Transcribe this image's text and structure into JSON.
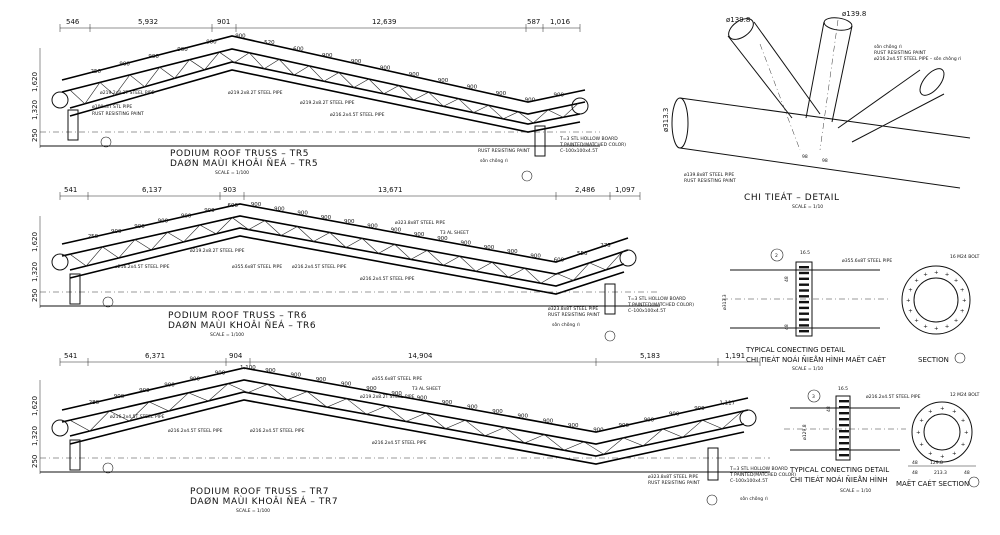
{
  "trusses": [
    {
      "id": "tr5",
      "title": "PODIUM ROOF TRUSS – TR5",
      "subtitle": "DAØN MAÙI KHOÂI ÑEÁ – TR5",
      "scale": "SCALE = 1/100",
      "dims": [
        "546",
        "5,932",
        "901",
        "12,639",
        "587",
        "1,016"
      ],
      "vdims": [
        "1,620",
        "1,320",
        "250"
      ],
      "segments": [
        "250",
        "900",
        "900",
        "900",
        "900",
        "900",
        "520",
        "600",
        "900",
        "900",
        "900",
        "900",
        "900",
        "900",
        "900",
        "900",
        "900"
      ],
      "notes": [
        "ø219.2x8.2T STEEL PIPE",
        "ø219.2x8.2T STEEL PIPE",
        "ø219.2x8.2T STEEL PIPE",
        "ø216.2x4.5T STEEL PIPE",
        "ø100x3T STL PIPE",
        "RUST RESISTING PAINT",
        "T=3 STL HOLLOW BOARD",
        "T PAINTED(MATCHED COLOR)",
        "C–100x100x4.5T",
        "RUST RESISTING PAINT",
        "sôn chông rì"
      ]
    },
    {
      "id": "tr6",
      "title": "PODIUM ROOF TRUSS – TR6",
      "subtitle": "DAØN MAÙI KHOÂI ÑEÁ – TR6",
      "scale": "SCALE = 1/100",
      "dims": [
        "541",
        "6,137",
        "903",
        "13,671",
        "2,486",
        "1,097"
      ],
      "vdims": [
        "1,620",
        "1,320",
        "250"
      ],
      "segments": [
        "250",
        "900",
        "900",
        "900",
        "900",
        "900",
        "600",
        "900",
        "900",
        "900",
        "900",
        "900",
        "900",
        "900",
        "900",
        "900",
        "900",
        "900",
        "900",
        "900",
        "600",
        "556",
        "275"
      ],
      "notes": [
        "ø323.8x8T STEEL PIPE",
        "T3 AL SHEET",
        "ø219.2x8.2T STEEL PIPE",
        "ø216.2x4.5T STEEL PIPE",
        "ø355.6x8T STEEL PIPE",
        "ø216.2x4.5T STEEL PIPE",
        "ø216.2x4.5T STEEL PIPE",
        "T=3 STL HOLLOW BOARD",
        "T PAINTED(MATCHED COLOR)",
        "C–100x100x4.5T",
        "ø323.8x8T STEEL PIPE",
        "RUST RESISTING PAINT",
        "sôn chông rì"
      ]
    },
    {
      "id": "tr7",
      "title": "PODIUM ROOF TRUSS – TR7",
      "subtitle": "DAØN MAÙI KHOÂI ÑEÁ – TR7",
      "scale": "SCALE = 1/100",
      "dims": [
        "541",
        "6,371",
        "904",
        "14,904",
        "5,183",
        "1,191"
      ],
      "vdims": [
        "1,620",
        "1,320",
        "250"
      ],
      "segments": [
        "280",
        "900",
        "900",
        "900",
        "900",
        "900",
        "1,100",
        "900",
        "900",
        "900",
        "900",
        "900",
        "900",
        "900",
        "900",
        "900",
        "900",
        "900",
        "900",
        "900",
        "900",
        "900",
        "900",
        "900",
        "900",
        "1,117"
      ],
      "notes": [
        "ø355.6x8T STEEL PIPE",
        "T3 AL SHEET",
        "ø219.2x8.2T STEEL PIPE",
        "ø216.2x4.5T STEEL PIPE",
        "ø216.2x4.5T STEEL PIPE",
        "ø216.2x4.5T STEEL PIPE",
        "ø216.2x4.5T STEEL PIPE",
        "T=3 STL HOLLOW BOARD",
        "T PAINTED(MATCHED COLOR)",
        "C–100x100x4.5T",
        "ø323.8x8T STEEL PIPE",
        "RUST RESISTING PAINT",
        "sôn chông rì"
      ]
    }
  ],
  "joint_detail": {
    "title": "CHI TIEÁT – DETAIL",
    "scale": "SCALE = 1/10",
    "dims": [
      "ø139.8",
      "ø139.8",
      "ø313.3",
      "98",
      "98"
    ],
    "notes": [
      "sôn chông rì",
      "RUST RESISTING PAINT",
      "ø216.2x4.5T STEEL PIPE – sôn chông rì",
      "ø139.8x8T STEEL PIPE",
      "RUST RESISTING PAINT"
    ]
  },
  "connecting_detail_1": {
    "title1": "TYPICAL CONECTING DETAIL",
    "title2": "CHI TIEÁT NOÁI ÑIEÅN HÌNH MAËT CAÉT",
    "section_label": "SECTION",
    "scale": "SCALE = 1/10",
    "marker": "2",
    "dims": [
      "ø313.3",
      "48",
      "48",
      "16.5"
    ],
    "notes": [
      "ø355.6x8T STEEL PIPE",
      "16 M24 BOLT"
    ]
  },
  "connecting_detail_2": {
    "title1": "TYPICAL CONECTING DETAIL",
    "title2": "CHI TIEÁT NOÁI ÑIEÅN HÌNH",
    "section_label": "MAËT CAÉT SECTION",
    "scale": "SCALE = 1/10",
    "marker": "3",
    "dims": [
      "ø129.8",
      "48",
      "213.3",
      "48",
      "129.8",
      "48",
      "48",
      "16.5"
    ],
    "notes": [
      "ø216.2x4.5T STEEL PIPE",
      "12 M24 BOLT"
    ]
  }
}
